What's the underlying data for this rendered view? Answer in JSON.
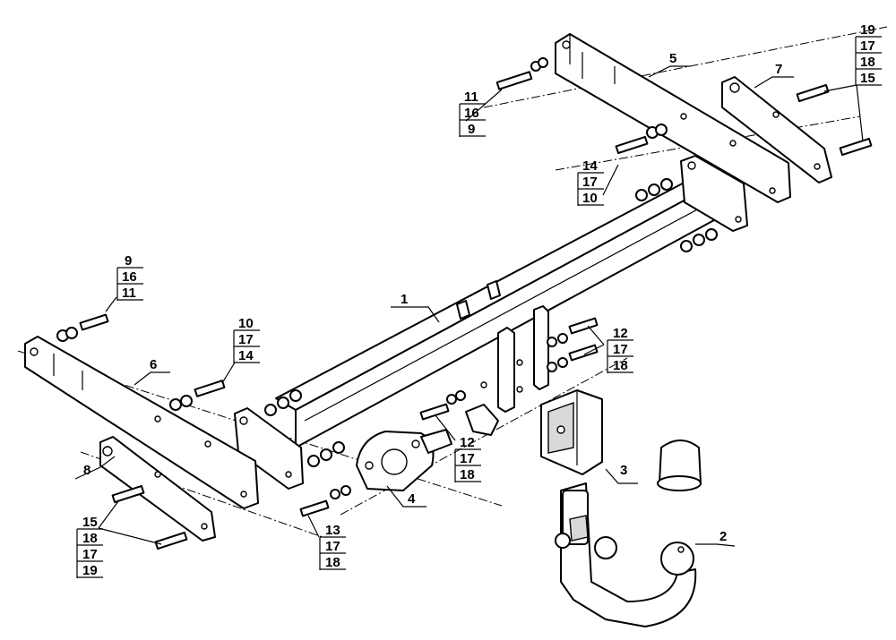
{
  "callouts": {
    "p1": "1",
    "p2": "2",
    "p3": "3",
    "p4": "4",
    "p5": "5",
    "p6": "6",
    "p7": "7",
    "p8": "8",
    "s_9_16_11": [
      "9",
      "16",
      "11"
    ],
    "s_11_16_9": [
      "11",
      "16",
      "9"
    ],
    "s_10_17_14": [
      "10",
      "17",
      "14"
    ],
    "s_14_17_10": [
      "14",
      "17",
      "10"
    ],
    "s_19_17_18_15": [
      "19",
      "17",
      "18",
      "15"
    ],
    "s_12_17_18_right": [
      "12",
      "17",
      "18"
    ],
    "s_12_17_18_mid": [
      "12",
      "17",
      "18"
    ],
    "s_13_17_18": [
      "13",
      "17",
      "18"
    ],
    "s_15_18_17_19": [
      "15",
      "18",
      "17",
      "19"
    ]
  }
}
